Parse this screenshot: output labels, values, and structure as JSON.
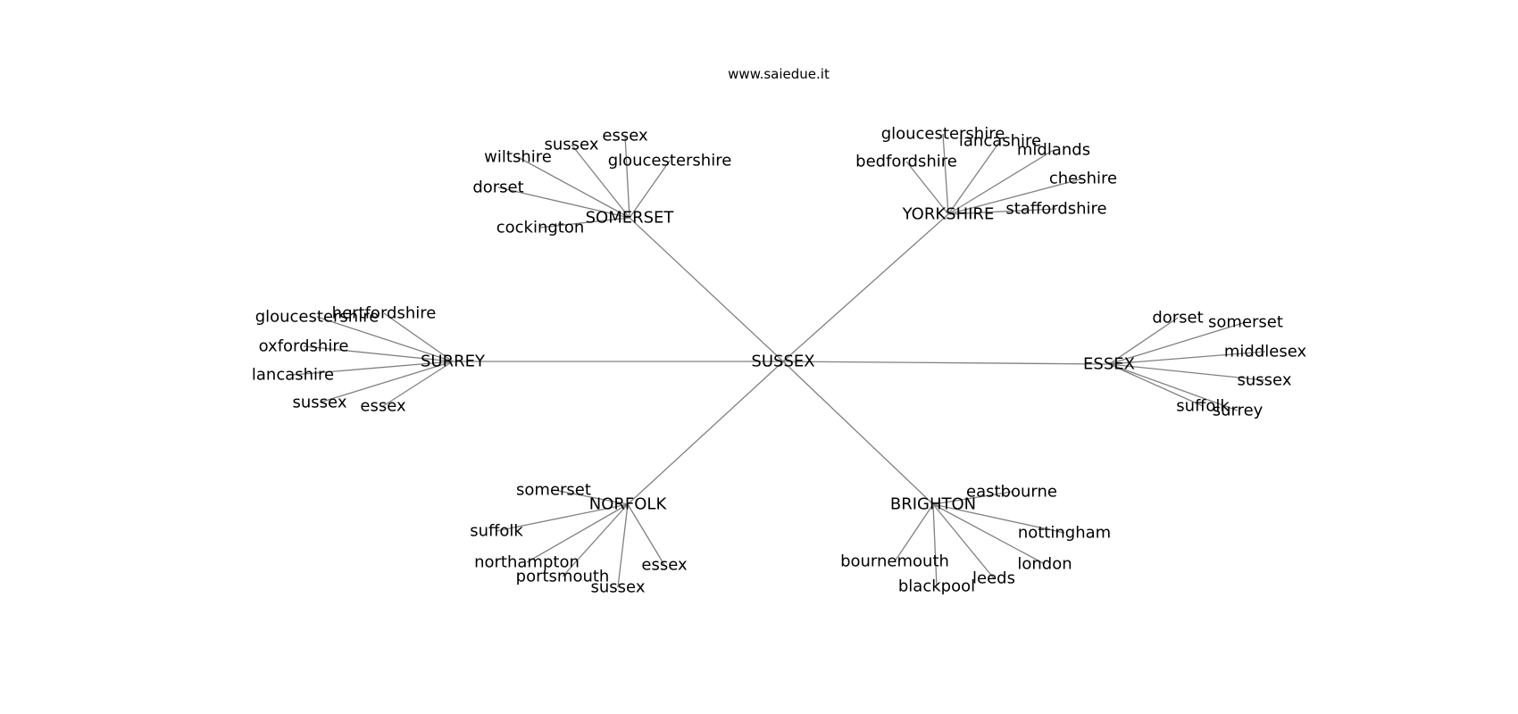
{
  "title": "www.saiedue.it",
  "colors": {
    "edge": "#808080",
    "text": "#000000",
    "background": "#ffffff"
  },
  "root": "SUSSEX",
  "hubs": [
    {
      "name": "SOMERSET",
      "leaves": [
        "wiltshire",
        "sussex",
        "essex",
        "gloucestershire",
        "dorset",
        "cockington"
      ]
    },
    {
      "name": "YORKSHIRE",
      "leaves": [
        "gloucestershire",
        "lancashire",
        "midlands",
        "bedfordshire",
        "cheshire",
        "staffordshire"
      ]
    },
    {
      "name": "SURREY",
      "leaves": [
        "gloucestershire",
        "hertfordshire",
        "oxfordshire",
        "lancashire",
        "sussex",
        "essex"
      ]
    },
    {
      "name": "ESSEX",
      "leaves": [
        "dorset",
        "somerset",
        "middlesex",
        "sussex",
        "suffolk",
        "surrey"
      ]
    },
    {
      "name": "NORFOLK",
      "leaves": [
        "somerset",
        "suffolk",
        "northampton",
        "portsmouth",
        "sussex",
        "essex"
      ]
    },
    {
      "name": "BRIGHTON",
      "leaves": [
        "eastbourne",
        "nottingham",
        "bournemouth",
        "london",
        "leeds",
        "blackpool"
      ]
    }
  ]
}
